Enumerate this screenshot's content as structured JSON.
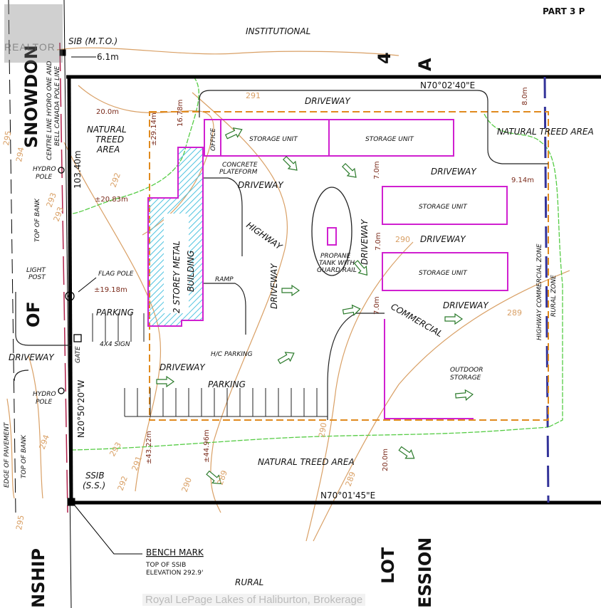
{
  "title": "PART 3 P",
  "adjacent": {
    "north": "INSTITUTIONAL",
    "south": "RURAL"
  },
  "roads": {
    "west_road_1": "SNOWDON",
    "west_road_2": "OF",
    "township": "NSHIP",
    "lot": "LOT",
    "concession": "ESSION",
    "lot_number": "4",
    "lot_letter": "A"
  },
  "bearings": {
    "north": "N70°02'40\"E",
    "south": "N70°01'45\"E",
    "west": "N20°50'20\"W"
  },
  "dimensions": {
    "sib_offset": "6.1m",
    "west_length": "103.40m",
    "front_setback": "20.0m",
    "d_29_14": "±29.14m",
    "d_16_78": "16.78m",
    "d_20_83": "±20.83m",
    "d_19_18": "±19.18m",
    "d_43_22": "±43.22m",
    "d_44_96": "±44.96m",
    "rear_20": "20.0m",
    "d_8_0": "8.0m",
    "d_9_14": "9.14m",
    "d_7_0a": "7.0m",
    "d_7_0b": "7.0m",
    "d_7_0c": "7.0m"
  },
  "labels": {
    "sib": "SIB  (M.T.O.)",
    "hydro_line": "CENTRE LINE HYDRO ONE AND",
    "bell_line": "BELL CANADA POLE LINE",
    "treed_nw": [
      "NATURAL",
      "TREED",
      "AREA"
    ],
    "treed_ne": "NATURAL TREED AREA",
    "treed_s": "NATURAL TREED AREA",
    "hydro_pole_1": [
      "HYDRO",
      "POLE"
    ],
    "hydro_pole_2": [
      "HYDRO",
      "POLE"
    ],
    "top_of_bank_1": "TOP OF BANK",
    "top_of_bank_2": "TOP OF BANK",
    "edge_of_pavement": "EDGE OF PAVEMENT",
    "light_post": [
      "LIGHT",
      "POST"
    ],
    "flag_pole": "FLAG POLE",
    "driveway_top": "DRIVEWAY",
    "driveway_1": "DRIVEWAY",
    "driveway_right1": "DRIVEWAY",
    "driveway_right2": "DRIVEWAY",
    "driveway_right3": "DRIVEWAY",
    "driveway_vert1": "DRIVEWAY",
    "driveway_vert2": "DRIVEWAY",
    "driveway_bottom": "DRIVEWAY",
    "driveway_west": "DRIVEWAY",
    "office": "OFFICE",
    "storage_1": "STORAGE UNIT",
    "storage_2": "STORAGE UNIT",
    "storage_3": "STORAGE UNIT",
    "storage_4": "STORAGE UNIT",
    "concrete": [
      "CONCRETE",
      "PLATEFORM"
    ],
    "building": [
      "2 STOREY METAL",
      "BUILDING"
    ],
    "ramp": "RAMP",
    "highway": "HIGHWAY",
    "commercial": "COMMERCIAL",
    "propane": [
      "PROPANE",
      "TANK WITH",
      "GUARD RAIL"
    ],
    "parking_1": "PARKING",
    "parking_2": "PARKING",
    "hc_parking": "H/C PARKING",
    "sign": "4X4 SIGN",
    "gate": "GATE",
    "outdoor": [
      "OUTDOOR",
      "STORAGE"
    ],
    "zone_hc": "HIGHWAY COMMERCIAL ZONE",
    "zone_rural": "RURAL ZONE",
    "ssib": [
      "SSIB",
      "(S.S.)"
    ],
    "bench_mark": "BENCH MARK",
    "bench_detail": [
      "TOP OF SSIB",
      "ELEVATION  292.9'"
    ]
  },
  "contours": [
    "295",
    "294",
    "293",
    "292",
    "291",
    "290",
    "289",
    "290",
    "289",
    "294",
    "293",
    "292",
    "291",
    "290",
    "289",
    "293",
    "295"
  ],
  "watermark": "Royal LePage Lakes of Haliburton, Brokerage",
  "logo_text": "REALTOR",
  "colors": {
    "property": "#000000",
    "setback": "#e08a1e",
    "building": "#d020d0",
    "trees": "#55cc44",
    "contour": "#d9a066",
    "zone": "#333399",
    "hatch": "#4fc3e0",
    "arrow": "#2a7a2a"
  }
}
